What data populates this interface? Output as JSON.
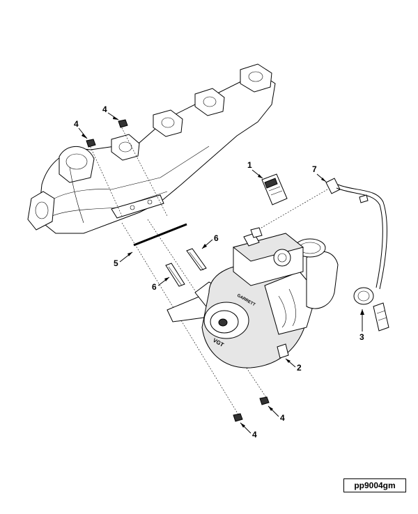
{
  "figure_id": "pp9004gm",
  "callouts": {
    "c1": "1",
    "c2": "2",
    "c3": "3",
    "c4a": "4",
    "c4b": "4",
    "c4c": "4",
    "c4d": "4",
    "c5": "5",
    "c6a": "6",
    "c6b": "6",
    "c7": "7"
  },
  "turbo_housing_text": "GARRETT",
  "turbo_label_text": "VGT"
}
